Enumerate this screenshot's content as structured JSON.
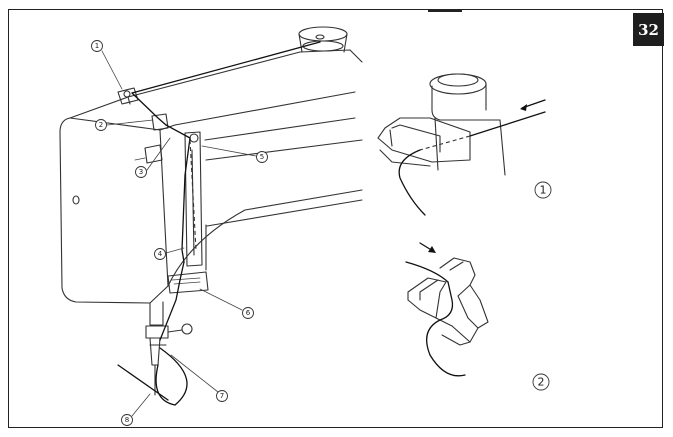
{
  "page": {
    "number": "32"
  },
  "callouts": {
    "c1": "1",
    "c2": "2",
    "c3": "3",
    "c4": "4",
    "c5": "5",
    "c6": "6",
    "c7": "7",
    "c8": "8"
  },
  "details": {
    "d1": "1",
    "d2": "2"
  },
  "colors": {
    "ink": "#333333",
    "badge": "#1e1e1e",
    "paper": "#ffffff"
  }
}
